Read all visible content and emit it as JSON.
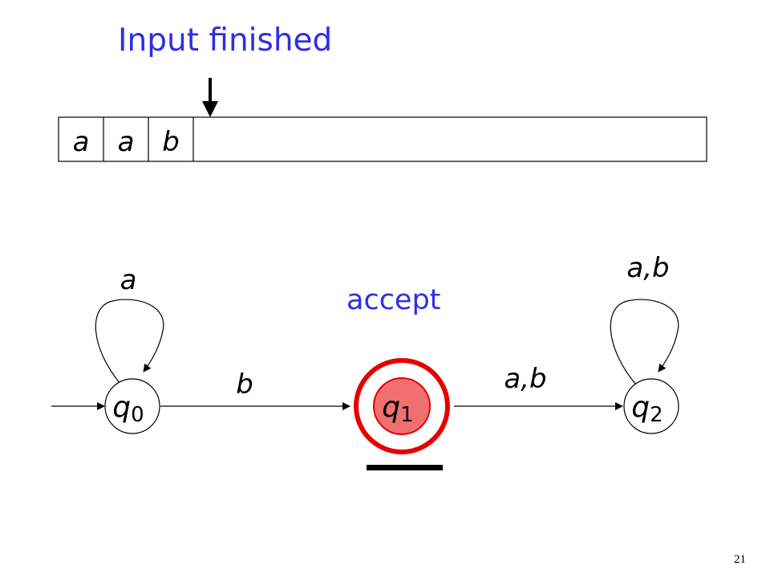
{
  "title": "Input finished",
  "status": "accept",
  "page_number": "21",
  "tape": {
    "symbols": [
      "a",
      "a",
      "b"
    ]
  },
  "automaton": {
    "states": [
      {
        "id": "q0",
        "base": "q",
        "sub": "0",
        "initial": true,
        "accepting": false,
        "current": false
      },
      {
        "id": "q1",
        "base": "q",
        "sub": "1",
        "initial": false,
        "accepting": true,
        "current": true
      },
      {
        "id": "q2",
        "base": "q",
        "sub": "2",
        "initial": false,
        "accepting": false,
        "current": false
      }
    ],
    "transitions": [
      {
        "from": "q0",
        "to": "q0",
        "label": "a"
      },
      {
        "from": "q0",
        "to": "q1",
        "label": "b"
      },
      {
        "from": "q1",
        "to": "q2",
        "label": "a,b"
      },
      {
        "from": "q2",
        "to": "q2",
        "label": "a,b"
      }
    ]
  },
  "colors": {
    "title": "#2e2ee6",
    "current_state_fill": "#f07070",
    "current_state_ring": "#e60000",
    "accept_bar": "#000000"
  }
}
